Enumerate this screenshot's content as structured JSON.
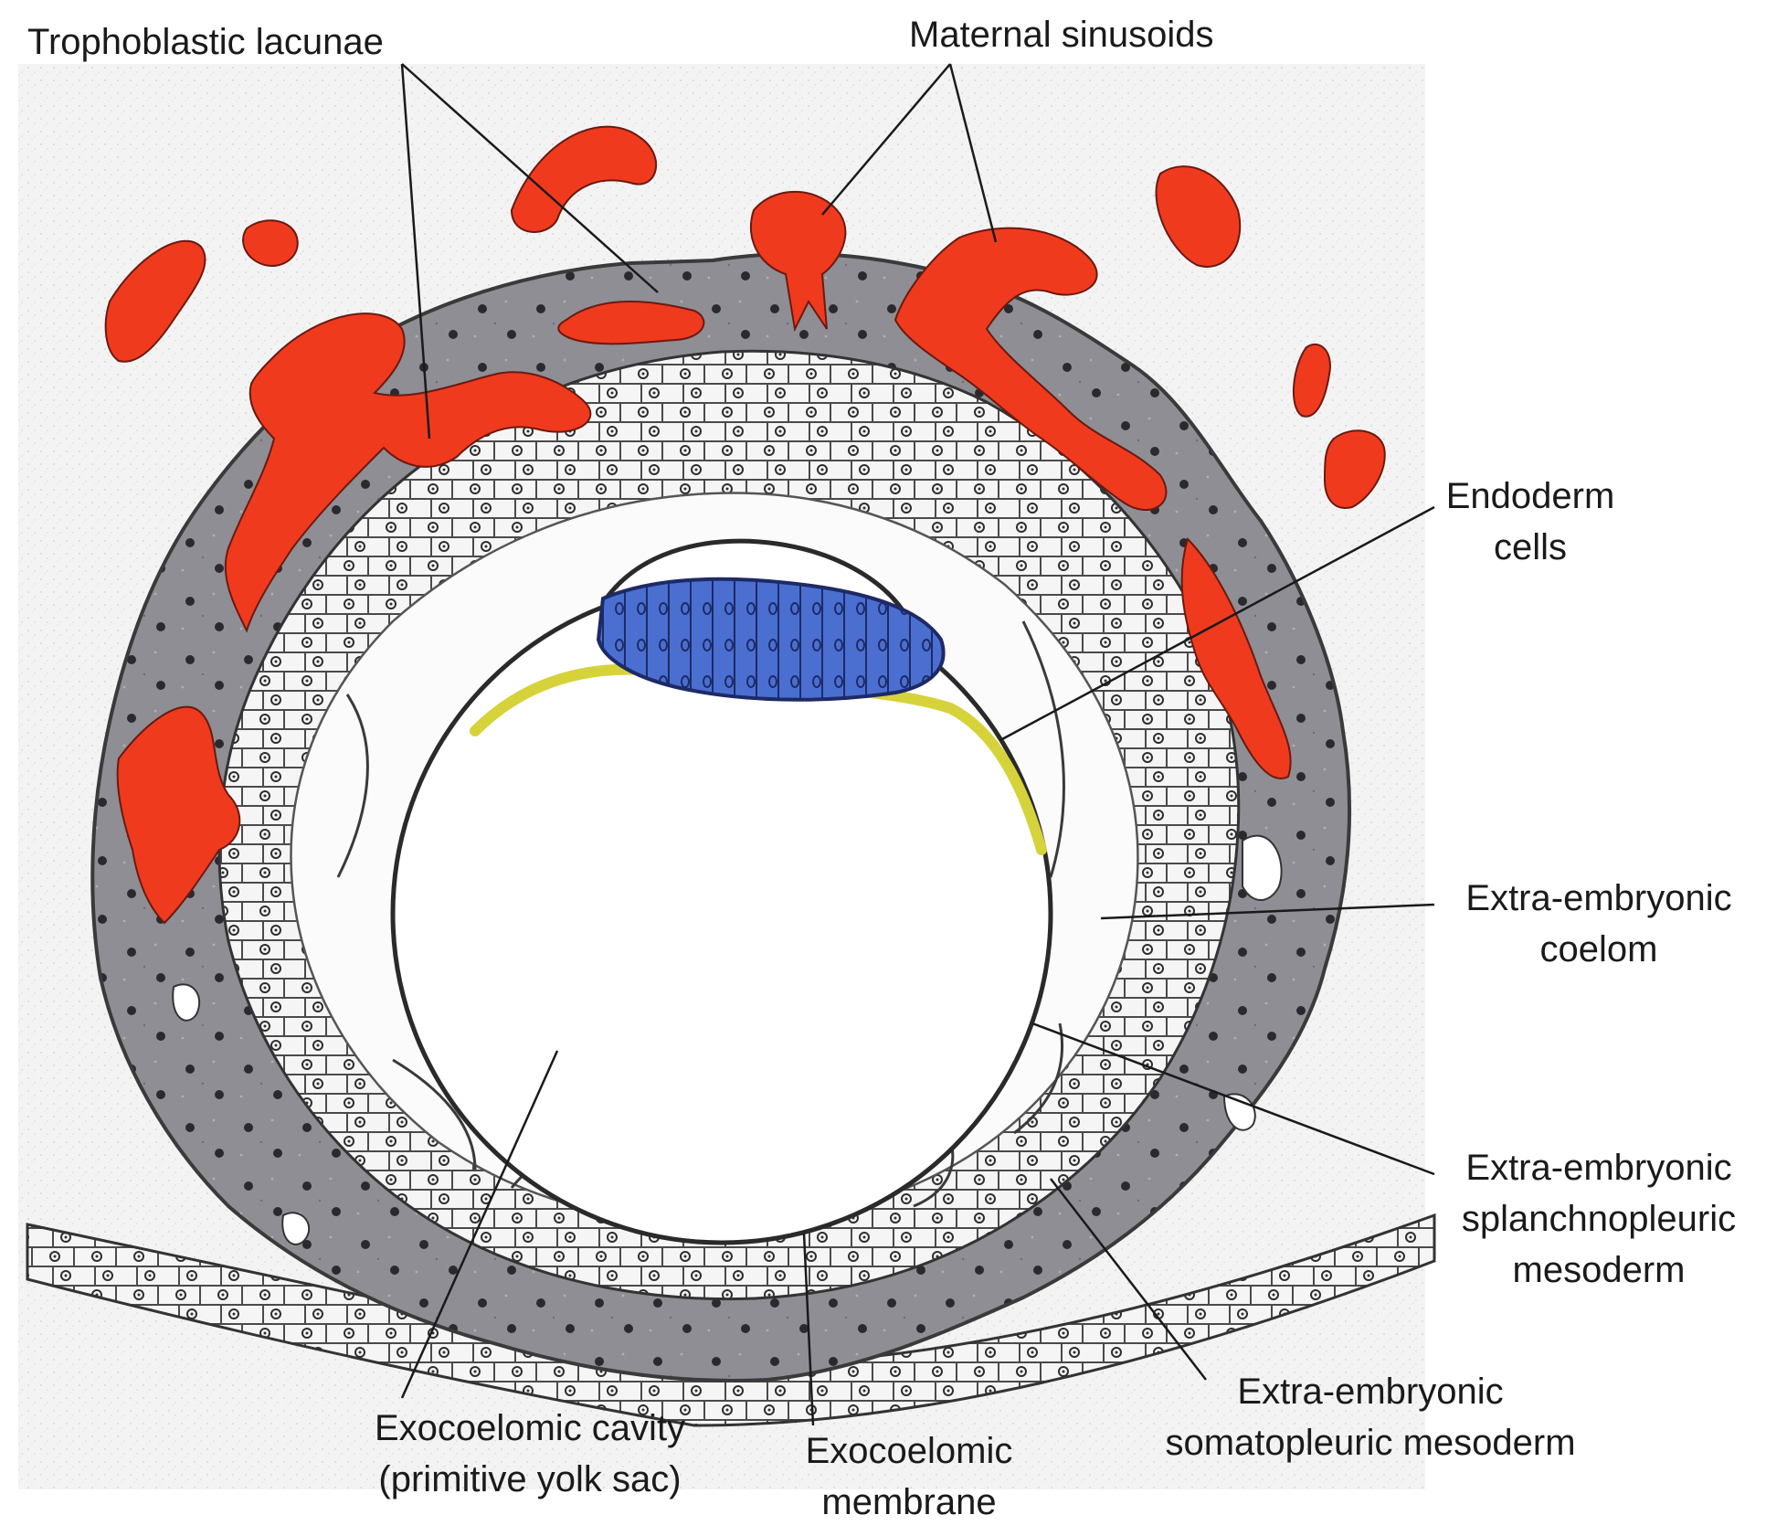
{
  "labels": {
    "trophoblastic_lacunae": "Trophoblastic lacunae",
    "maternal_sinusoids": "Maternal sinusoids",
    "endoderm_cells": [
      "Endoderm",
      "cells"
    ],
    "extra_embryonic_coelom": [
      "Extra-embryonic",
      "coelom"
    ],
    "splanchnopleuric_mesoderm": [
      "Extra-embryonic",
      "splanchnopleuric",
      "mesoderm"
    ],
    "somatopleuric_mesoderm": [
      "Extra-embryonic",
      "somatopleuric mesoderm"
    ],
    "exocoelomic_membrane": [
      "Exocoelomic",
      "membrane"
    ],
    "exocoelomic_cavity": [
      "Exocoelomic cavity",
      "(primitive yolk sac)"
    ]
  },
  "colors": {
    "maternal_blood": "#f03a1e",
    "trophoblast": "#8f8f95",
    "epiblast": "#4a6fd0",
    "hypoblast": "#d6d23a",
    "cells": "#f4f4f4",
    "background_stipple": "#ececec"
  }
}
